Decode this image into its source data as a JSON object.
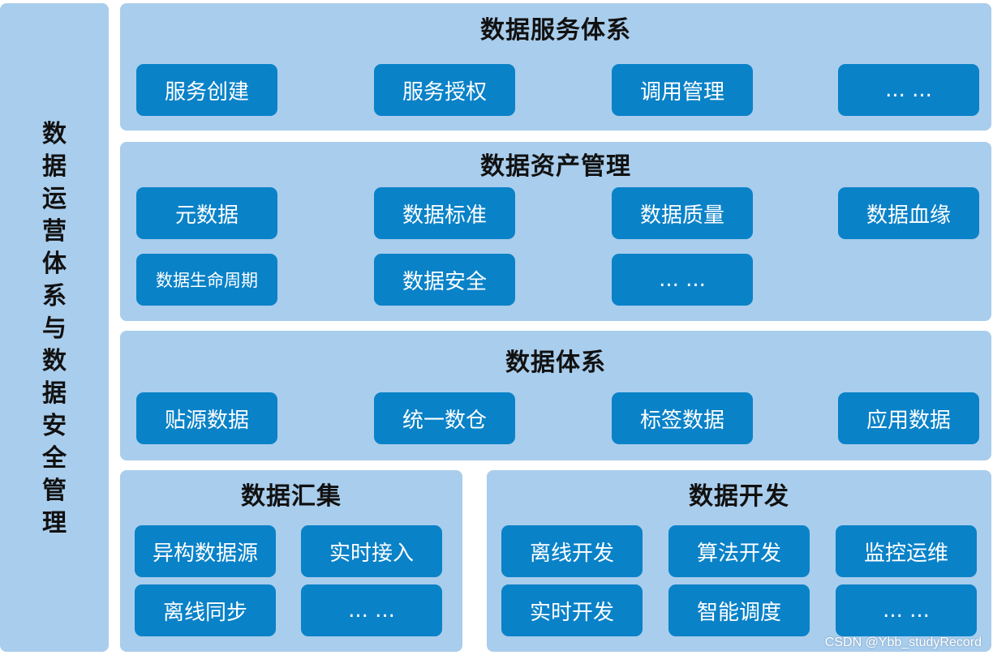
{
  "side": {
    "title_chars": [
      "数",
      "据",
      "运",
      "营",
      "体",
      "系",
      "与",
      "数",
      "据",
      "安",
      "全",
      "管",
      "理"
    ]
  },
  "service": {
    "title": "数据服务体系",
    "items": [
      "服务创建",
      "服务授权",
      "调用管理",
      "... ..."
    ]
  },
  "asset": {
    "title": "数据资产管理",
    "row1": [
      "元数据",
      "数据标准",
      "数据质量",
      "数据血缘"
    ],
    "row2": [
      "数据生命周期",
      "数据安全",
      "... ..."
    ]
  },
  "system": {
    "title": "数据体系",
    "items": [
      "贴源数据",
      "统一数仓",
      "标签数据",
      "应用数据"
    ]
  },
  "collect": {
    "title": "数据汇集",
    "items": [
      "异构数据源",
      "实时接入",
      "离线同步",
      "... ..."
    ]
  },
  "develop": {
    "title": "数据开发",
    "items": [
      "离线开发",
      "算法开发",
      "监控运维",
      "实时开发",
      "智能调度",
      "... ..."
    ]
  },
  "watermark": "CSDN @Ybb_studyRecord",
  "colors": {
    "panel": "#a9cdec",
    "button": "#0a82c8",
    "button_text": "#ffffff"
  }
}
